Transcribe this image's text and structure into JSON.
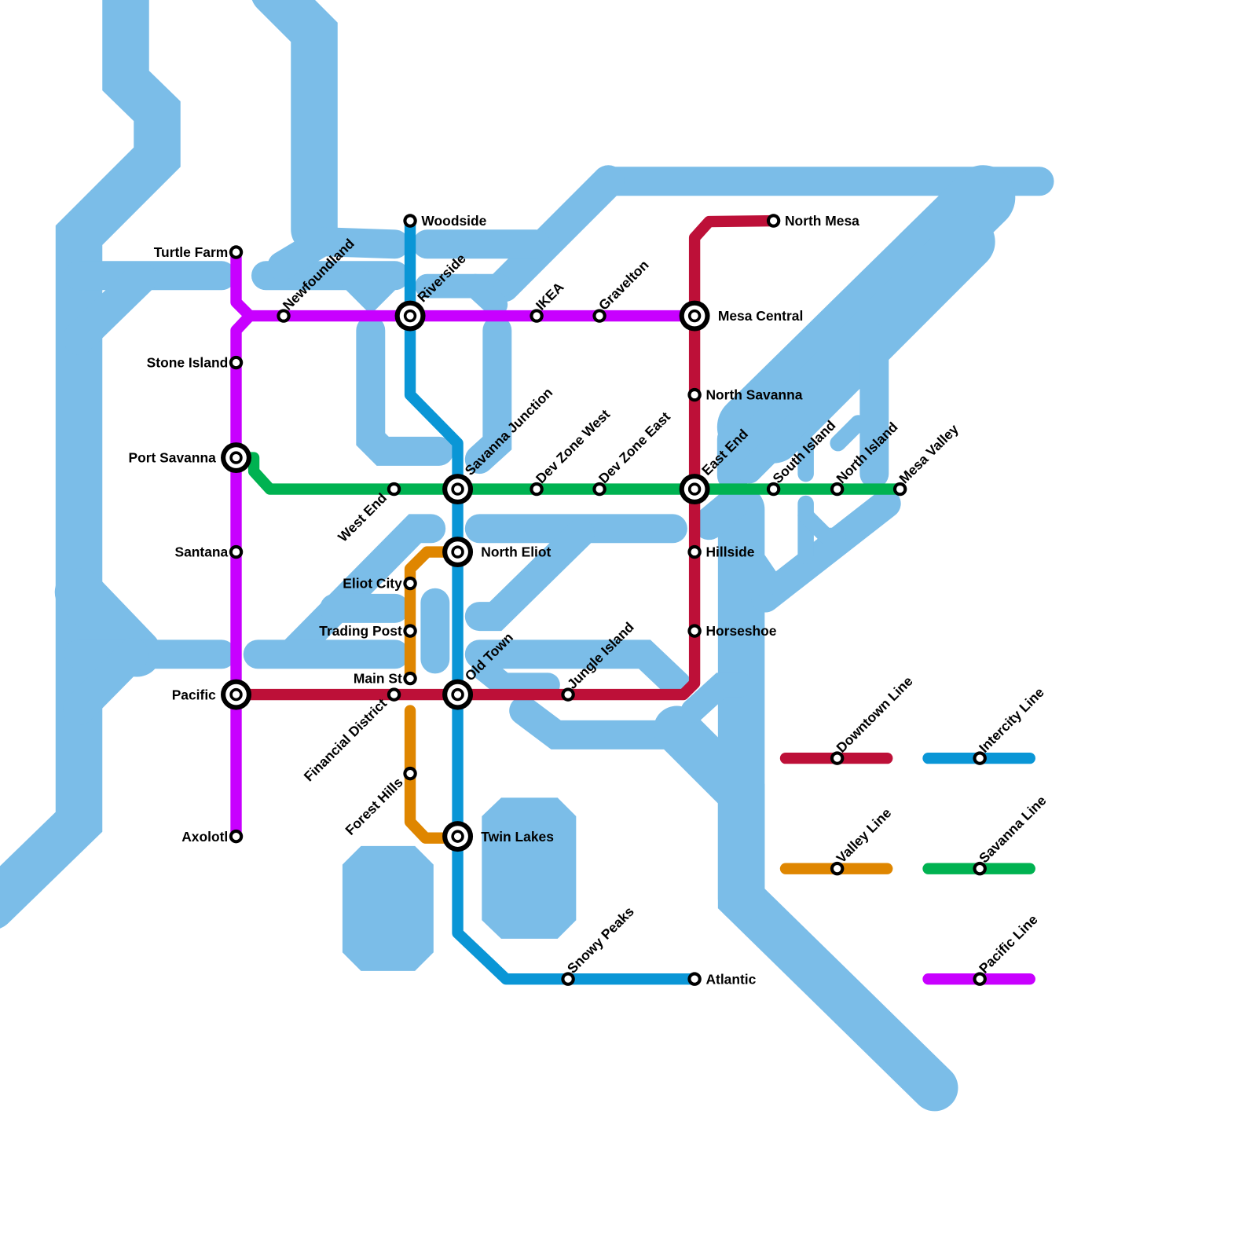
{
  "colors": {
    "water": "#7bbde8",
    "downtown": "#bd1038",
    "intercity": "#0a96d6",
    "valley": "#df8600",
    "savanna": "#00b251",
    "pacific": "#c800ff"
  },
  "lines": [
    {
      "id": "pacific",
      "name": "Pacific Line",
      "color": "#c800ff"
    },
    {
      "id": "intercity",
      "name": "Intercity Line",
      "color": "#0a96d6"
    },
    {
      "id": "savanna",
      "name": "Savanna Line",
      "color": "#00b251"
    },
    {
      "id": "downtown",
      "name": "Downtown Line",
      "color": "#bd1038"
    },
    {
      "id": "valley",
      "name": "Valley Line",
      "color": "#df8600"
    }
  ],
  "stations": [
    {
      "id": "turtle-farm",
      "name": "Turtle Farm",
      "interchange": false
    },
    {
      "id": "newfoundland",
      "name": "Newfoundland",
      "interchange": false
    },
    {
      "id": "riverside",
      "name": "Riverside",
      "interchange": true
    },
    {
      "id": "ikea",
      "name": "IKEA",
      "interchange": false
    },
    {
      "id": "gravelton",
      "name": "Gravelton",
      "interchange": false
    },
    {
      "id": "mesa-central",
      "name": "Mesa Central",
      "interchange": true
    },
    {
      "id": "stone-island",
      "name": "Stone Island",
      "interchange": false
    },
    {
      "id": "port-savanna",
      "name": "Port Savanna",
      "interchange": true
    },
    {
      "id": "santana",
      "name": "Santana",
      "interchange": false
    },
    {
      "id": "pacific",
      "name": "Pacific",
      "interchange": true
    },
    {
      "id": "axolotl",
      "name": "Axolotl",
      "interchange": false
    },
    {
      "id": "woodside",
      "name": "Woodside",
      "interchange": false
    },
    {
      "id": "savanna-junction",
      "name": "Savanna Junction",
      "interchange": true
    },
    {
      "id": "north-eliot",
      "name": "North Eliot",
      "interchange": true
    },
    {
      "id": "old-town",
      "name": "Old Town",
      "interchange": true
    },
    {
      "id": "twin-lakes",
      "name": "Twin Lakes",
      "interchange": true
    },
    {
      "id": "snowy-peaks",
      "name": "Snowy Peaks",
      "interchange": false
    },
    {
      "id": "atlantic",
      "name": "Atlantic",
      "interchange": false
    },
    {
      "id": "west-end",
      "name": "West End",
      "interchange": false
    },
    {
      "id": "dev-zone-west",
      "name": "Dev Zone West",
      "interchange": false
    },
    {
      "id": "dev-zone-east",
      "name": "Dev Zone East",
      "interchange": false
    },
    {
      "id": "east-end",
      "name": "East End",
      "interchange": true
    },
    {
      "id": "south-island",
      "name": "South Island",
      "interchange": false
    },
    {
      "id": "north-island",
      "name": "North Island",
      "interchange": false
    },
    {
      "id": "mesa-valley",
      "name": "Mesa Valley",
      "interchange": false
    },
    {
      "id": "north-mesa",
      "name": "North Mesa",
      "interchange": false
    },
    {
      "id": "north-savanna",
      "name": "North Savanna",
      "interchange": false
    },
    {
      "id": "hillside",
      "name": "Hillside",
      "interchange": false
    },
    {
      "id": "horseshoe",
      "name": "Horseshoe",
      "interchange": false
    },
    {
      "id": "jungle-island",
      "name": "Jungle Island",
      "interchange": false
    },
    {
      "id": "financial-district",
      "name": "Financial District",
      "interchange": false
    },
    {
      "id": "eliot-city",
      "name": "Eliot City",
      "interchange": false
    },
    {
      "id": "trading-post",
      "name": "Trading Post",
      "interchange": false
    },
    {
      "id": "main-st",
      "name": "Main St",
      "interchange": false
    },
    {
      "id": "forest-hills",
      "name": "Forest Hills",
      "interchange": false
    }
  ]
}
